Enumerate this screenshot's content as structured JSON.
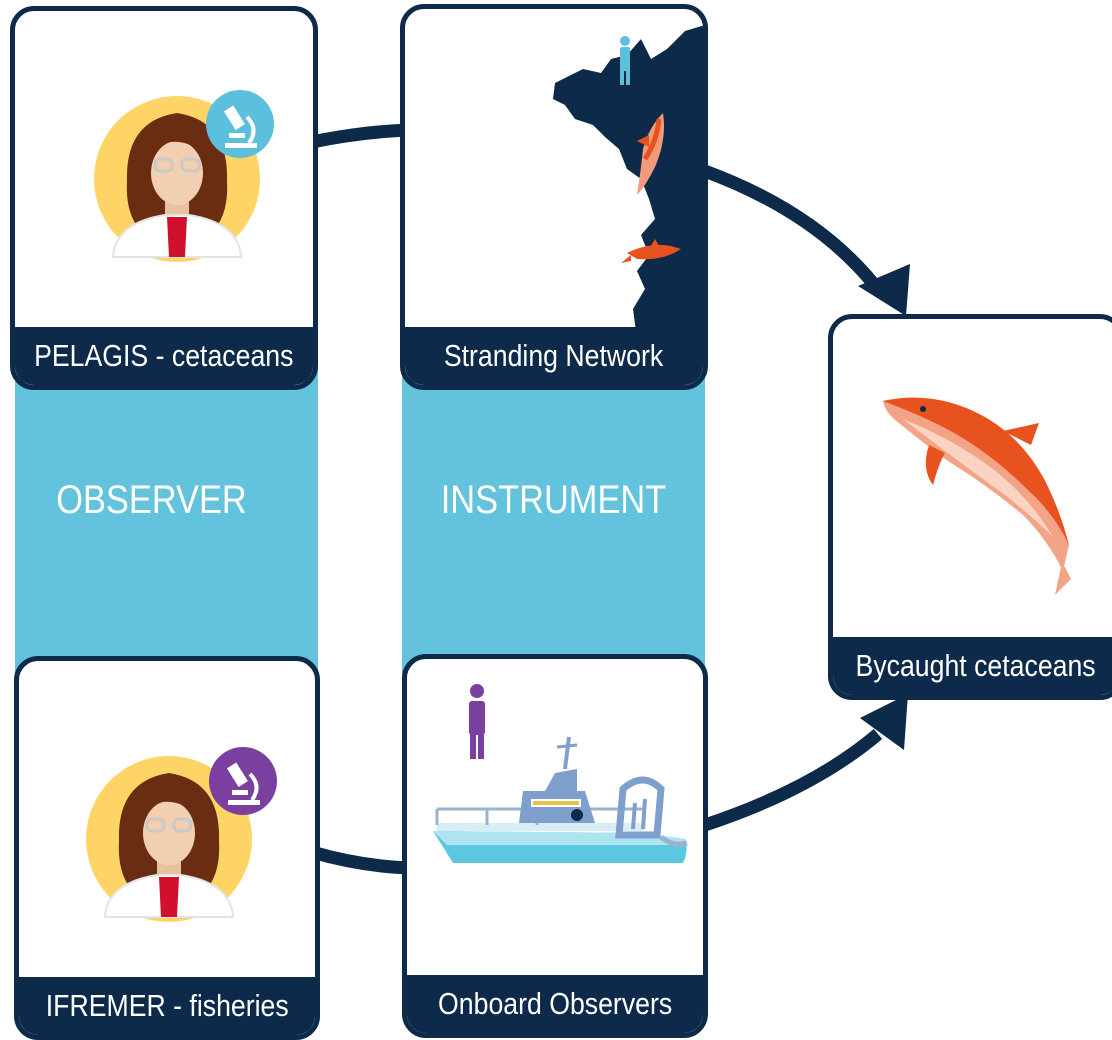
{
  "bands": {
    "observer_label": "OBSERVER",
    "instrument_label": "INSTRUMENT"
  },
  "cards": {
    "pelagis": {
      "caption": "PELAGIS - cetaceans",
      "badge_icon": "microscope-icon"
    },
    "ifremer": {
      "caption": "IFREMER - fisheries",
      "badge_icon": "microscope-icon"
    },
    "stranding": {
      "caption": "Stranding Network",
      "icon": "coastline-map-icon"
    },
    "onboard": {
      "caption": "Onboard Observers",
      "icon": "fishing-vessel-icon"
    },
    "bycaught": {
      "caption": "Bycaught cetaceans",
      "icon": "dolphin-icon"
    }
  },
  "colors": {
    "navy": "#0d2a4a",
    "band_blue": "#63c2dc",
    "observer_badge_blue": "#5cc0dc",
    "observer_badge_purple": "#7b3fa0",
    "face_bg": "#ffd466",
    "dolphin_orange": "#e8521e"
  }
}
